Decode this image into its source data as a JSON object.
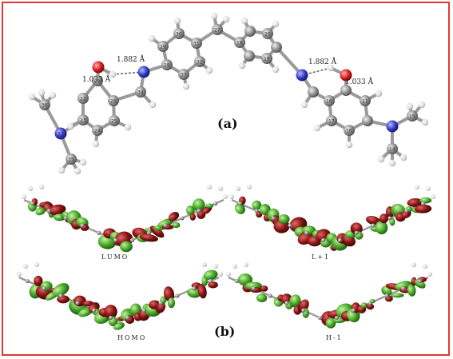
{
  "labels": {
    "panel_a": "(a)",
    "panel_b": "(b)",
    "orbital_lumo": "LUMO",
    "orbital_l1": "L+1",
    "orbital_homo": "HOMO",
    "orbital_h1": "H-1",
    "hbond_left": "1.882 Å",
    "oh_left": "1.033 Å",
    "hbond_right": "1.882 Å",
    "oh_right": "1.033 Å"
  },
  "atom_numbers": {
    "left": [
      "21",
      "22",
      "23",
      "24",
      "25",
      "26",
      "28",
      "29",
      "30",
      "31",
      "32",
      "33",
      "34",
      "35",
      "36",
      "37"
    ],
    "right": [
      "18",
      "19",
      "20",
      "16",
      "17",
      "10",
      "11",
      "14",
      "15"
    ],
    "top": "27"
  },
  "colors": {
    "frame": "#e43535",
    "carbon": "#8c8c8c",
    "hydrogen": "#e6e6e6",
    "nitrogen": "#3036c8",
    "oxygen": "#d81818",
    "lobe_red": "#8b1414",
    "lobe_green": "#4cae2c",
    "hbond": "#555555"
  }
}
